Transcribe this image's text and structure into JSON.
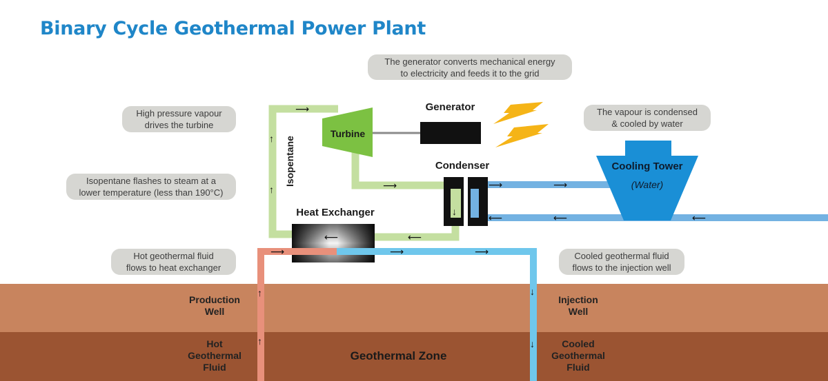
{
  "title": "Binary Cycle Geothermal Power Plant",
  "bubbles": {
    "generator_note": [
      "The generator converts mechanical energy",
      "to electricity and feeds it to the grid"
    ],
    "vapour_note": [
      "High pressure vapour",
      "drives the turbine"
    ],
    "flash_note": [
      "Isopentane flashes to steam at a",
      "lower temperature (less than 190°C)"
    ],
    "hot_fluid_note": [
      "Hot geothermal fluid",
      "flows to heat exchanger"
    ],
    "condensed_note": [
      "The vapour is condensed",
      "& cooled by water"
    ],
    "cooled_note": [
      "Cooled geothermal fluid",
      "flows to the injection well"
    ]
  },
  "labels": {
    "generator": "Generator",
    "turbine": "Turbine",
    "condenser": "Condenser",
    "isopentane": "Isopentane",
    "heat_exchanger": "Heat Exchanger",
    "cooling_tower": "Cooling Tower",
    "cooling_tower_sub": "(Water)",
    "geothermal_zone": "Geothermal Zone"
  },
  "ground": {
    "production_well": [
      "Production",
      "Well"
    ],
    "hot_fluid": [
      "Hot",
      "Geothermal",
      "Fluid"
    ],
    "injection_well": [
      "Injection",
      "Well"
    ],
    "cooled_fluid": [
      "Cooled",
      "Geothermal",
      "Fluid"
    ]
  },
  "colors": {
    "title": "#1f86c8",
    "isopentane_loop": "#c4dfa0",
    "turbine": "#7cc142",
    "hot_pipe": "#e8907b",
    "cold_pipe": "#6fc7ec",
    "cooling_water": "#73b2e2",
    "cooling_tower": "#1a8fd6",
    "lightning": "#f5b417",
    "topsoil": "#c8845e",
    "geothermal_zone": "#9b5432",
    "bubble": "#d6d6d2"
  }
}
